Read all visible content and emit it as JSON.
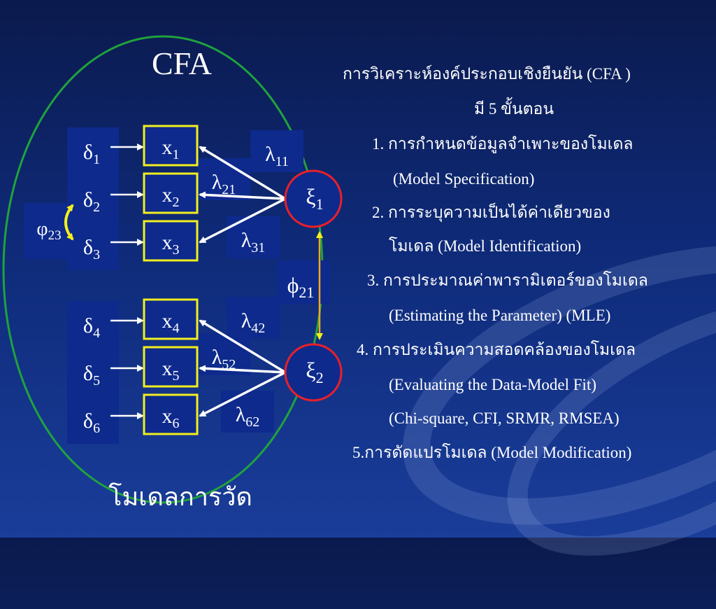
{
  "title": "CFA",
  "footer_label": "โมเดลการวัด",
  "diagram": {
    "deltas": [
      {
        "sym": "δ",
        "sub": "1"
      },
      {
        "sym": "δ",
        "sub": "2"
      },
      {
        "sym": "δ",
        "sub": "3"
      },
      {
        "sym": "δ",
        "sub": "4"
      },
      {
        "sym": "δ",
        "sub": "5"
      },
      {
        "sym": "δ",
        "sub": "6"
      }
    ],
    "indicators": [
      {
        "sym": "x",
        "sub": "1"
      },
      {
        "sym": "x",
        "sub": "2"
      },
      {
        "sym": "x",
        "sub": "3"
      },
      {
        "sym": "x",
        "sub": "4"
      },
      {
        "sym": "x",
        "sub": "5"
      },
      {
        "sym": "x",
        "sub": "6"
      }
    ],
    "factors": [
      {
        "sym": "ξ",
        "sub": "1"
      },
      {
        "sym": "ξ",
        "sub": "2"
      }
    ],
    "loadings": [
      {
        "sym": "λ",
        "sub": "11"
      },
      {
        "sym": "λ",
        "sub": "21"
      },
      {
        "sym": "λ",
        "sub": "31"
      },
      {
        "sym": "λ",
        "sub": "42"
      },
      {
        "sym": "λ",
        "sub": "52"
      },
      {
        "sym": "λ",
        "sub": "62"
      }
    ],
    "factor_cov": {
      "sym": "ϕ",
      "sub": "21"
    },
    "error_cov": {
      "sym": "φ",
      "sub": "23"
    }
  },
  "steps": {
    "heading1": "การวิเคราะห์องค์ประกอบเชิงยืนยัน (CFA )",
    "heading2": "มี 5 ขั้นตอน",
    "s1a": "1. การกำหนดข้อมูลจำเพาะของโมเดล",
    "s1b": "(Model Specification)",
    "s2a": "2. การระบุความเป็นได้ค่าเดียวของ",
    "s2b": "โมเดล (Model Identification)",
    "s3a": "3. การประมาณค่าพารามิเตอร์ของโมเดล",
    "s3b": "(Estimating the Parameter) (MLE)",
    "s4a": "4. การประเมินความสอดคล้องของโมเดล",
    "s4b": "(Evaluating the Data-Model Fit)",
    "s4c": "(Chi-square, CFI, SRMR, RMSEA)",
    "s5": "5.การดัดแปรโมเดล (Model Modification)"
  },
  "colors": {
    "ellipse": "#1fa33c",
    "indicator_border": "#f2ef1e",
    "factor_border": "#e8202a",
    "arrow": "#ffffff",
    "cov_arrow": "#f2ef1e",
    "label_box": "#0d2a8c"
  }
}
